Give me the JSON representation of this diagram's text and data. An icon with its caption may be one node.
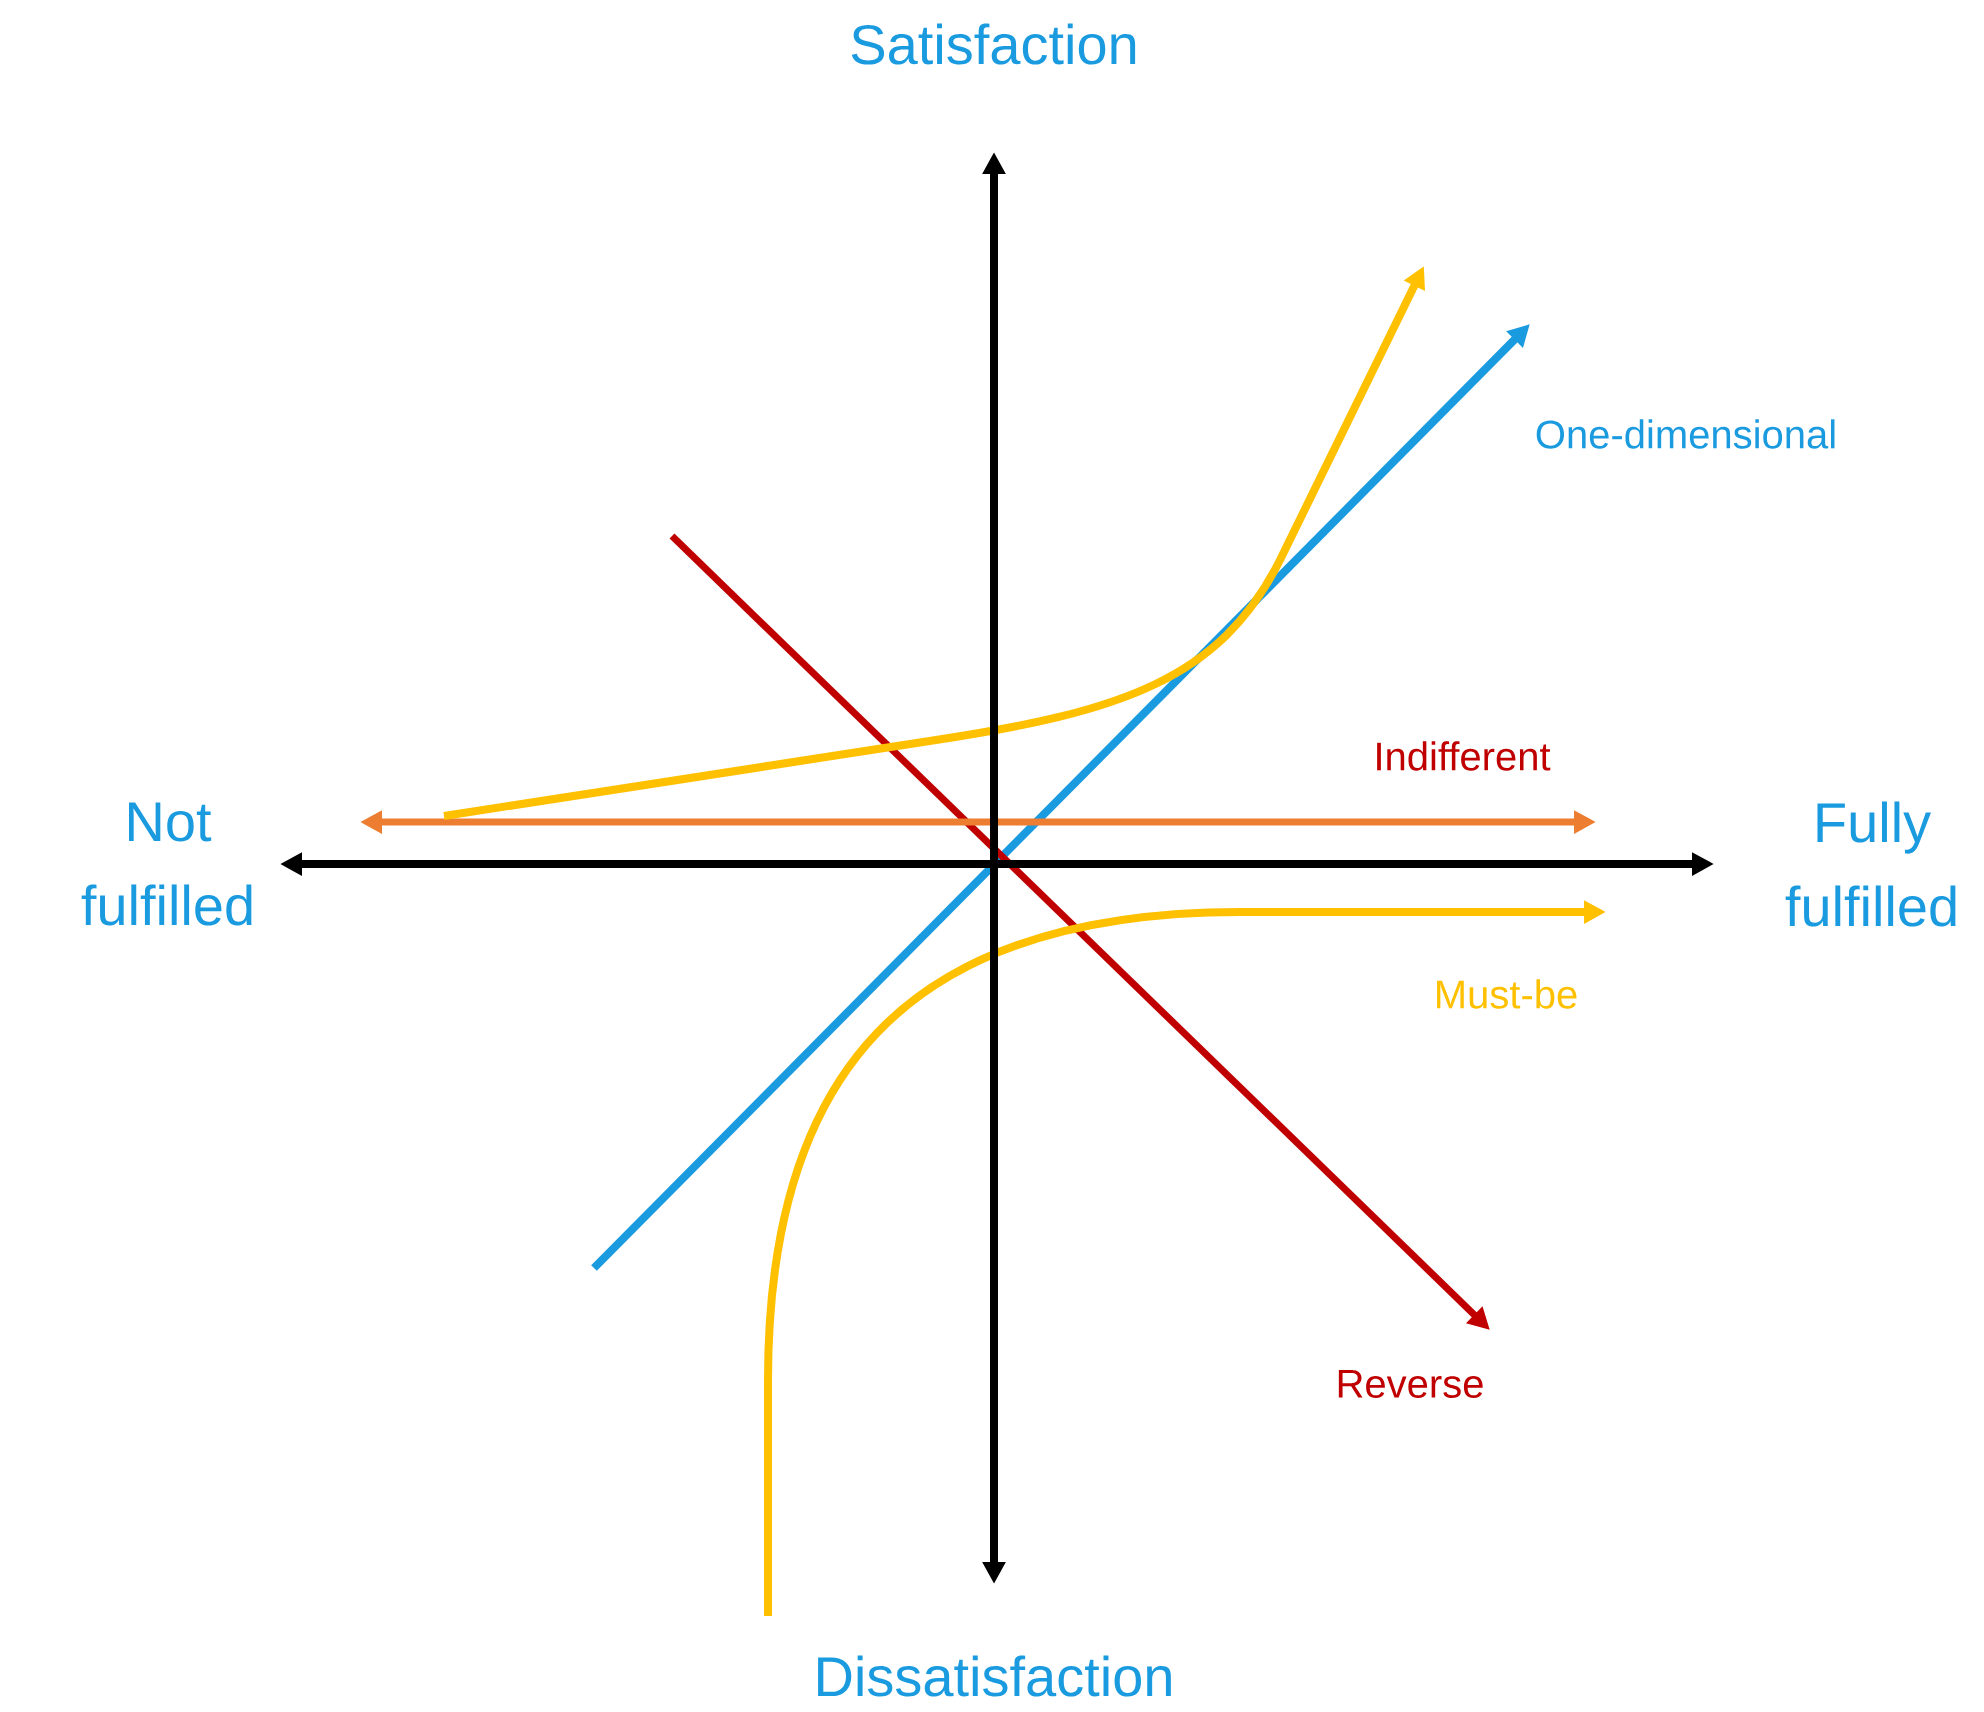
{
  "diagram": {
    "labels": [
      "Satisfaction",
      "One-dimensional",
      "Indifferent",
      "Not fulfilled",
      "Fully fulfilled",
      "Must-be",
      "Reverse",
      "Dissatisfaction"
    ]
  }
}
